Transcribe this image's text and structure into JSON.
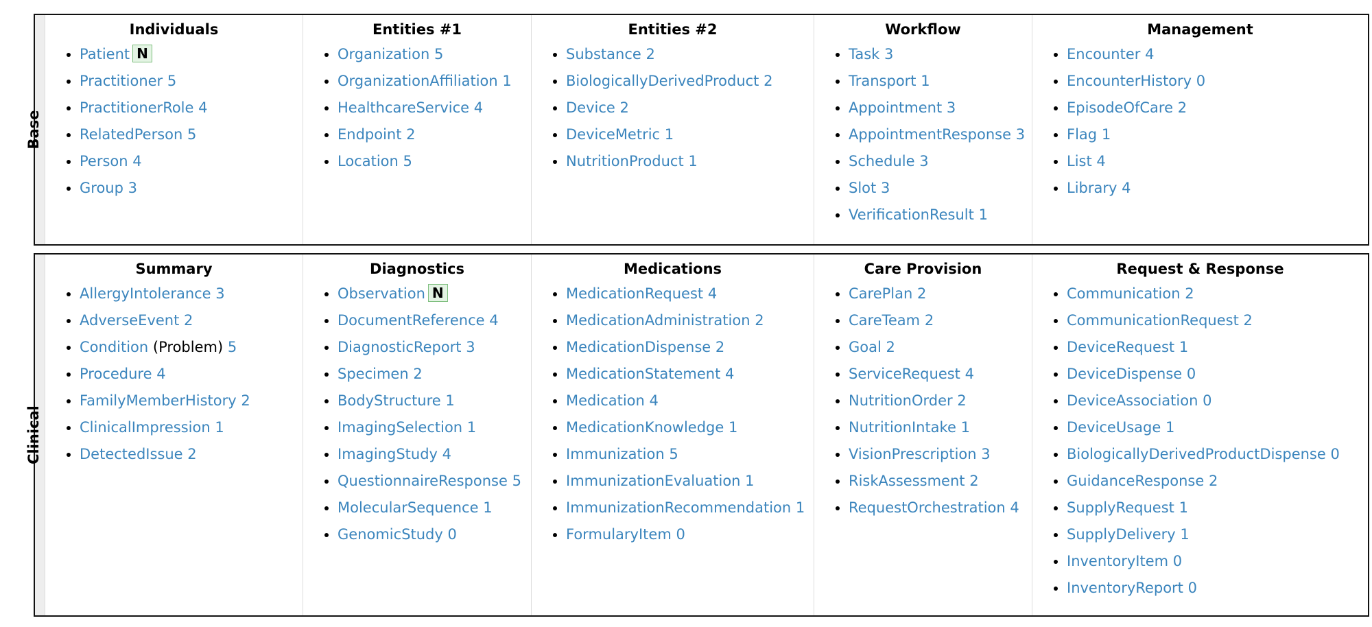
{
  "sections": [
    {
      "label": "Base",
      "columns": [
        {
          "title": "Individuals",
          "items": [
            {
              "name": "Patient",
              "badge": "N"
            },
            {
              "name": "Practitioner",
              "count": "5"
            },
            {
              "name": "PractitionerRole",
              "count": "4"
            },
            {
              "name": "RelatedPerson",
              "count": "5"
            },
            {
              "name": "Person",
              "count": "4"
            },
            {
              "name": "Group",
              "count": "3"
            }
          ]
        },
        {
          "title": "Entities #1",
          "items": [
            {
              "name": "Organization",
              "count": "5"
            },
            {
              "name": "OrganizationAffiliation",
              "count": "1"
            },
            {
              "name": "HealthcareService",
              "count": "4"
            },
            {
              "name": "Endpoint",
              "count": "2"
            },
            {
              "name": "Location",
              "count": "5"
            }
          ]
        },
        {
          "title": "Entities #2",
          "items": [
            {
              "name": "Substance",
              "count": "2"
            },
            {
              "name": "BiologicallyDerivedProduct",
              "count": "2"
            },
            {
              "name": "Device",
              "count": "2"
            },
            {
              "name": "DeviceMetric",
              "count": "1"
            },
            {
              "name": "NutritionProduct",
              "count": "1"
            }
          ]
        },
        {
          "title": "Workflow",
          "items": [
            {
              "name": "Task",
              "count": "3"
            },
            {
              "name": "Transport",
              "count": "1"
            },
            {
              "name": "Appointment",
              "count": "3"
            },
            {
              "name": "AppointmentResponse",
              "count": "3"
            },
            {
              "name": "Schedule",
              "count": "3"
            },
            {
              "name": "Slot",
              "count": "3"
            },
            {
              "name": "VerificationResult",
              "count": "1"
            }
          ]
        },
        {
          "title": "Management",
          "items": [
            {
              "name": "Encounter",
              "count": "4"
            },
            {
              "name": "EncounterHistory",
              "count": "0"
            },
            {
              "name": "EpisodeOfCare",
              "count": "2"
            },
            {
              "name": "Flag",
              "count": "1"
            },
            {
              "name": "List",
              "count": "4"
            },
            {
              "name": "Library",
              "count": "4"
            }
          ]
        }
      ]
    },
    {
      "label": "Clinical",
      "columns": [
        {
          "title": "Summary",
          "items": [
            {
              "name": "AllergyIntolerance",
              "count": "3"
            },
            {
              "name": "AdverseEvent",
              "count": "2"
            },
            {
              "name": "Condition",
              "note": "(Problem)",
              "count": "5"
            },
            {
              "name": "Procedure",
              "count": "4"
            },
            {
              "name": "FamilyMemberHistory",
              "count": "2"
            },
            {
              "name": "ClinicalImpression",
              "count": "1"
            },
            {
              "name": "DetectedIssue",
              "count": "2"
            }
          ]
        },
        {
          "title": "Diagnostics",
          "items": [
            {
              "name": "Observation",
              "badge": "N"
            },
            {
              "name": "DocumentReference",
              "count": "4"
            },
            {
              "name": "DiagnosticReport",
              "count": "3"
            },
            {
              "name": "Specimen",
              "count": "2"
            },
            {
              "name": "BodyStructure",
              "count": "1"
            },
            {
              "name": "ImagingSelection",
              "count": "1"
            },
            {
              "name": "ImagingStudy",
              "count": "4"
            },
            {
              "name": "QuestionnaireResponse",
              "count": "5"
            },
            {
              "name": "MolecularSequence",
              "count": "1"
            },
            {
              "name": "GenomicStudy",
              "count": "0"
            }
          ]
        },
        {
          "title": "Medications",
          "items": [
            {
              "name": "MedicationRequest",
              "count": "4"
            },
            {
              "name": "MedicationAdministration",
              "count": "2"
            },
            {
              "name": "MedicationDispense",
              "count": "2"
            },
            {
              "name": "MedicationStatement",
              "count": "4"
            },
            {
              "name": "Medication",
              "count": "4"
            },
            {
              "name": "MedicationKnowledge",
              "count": "1"
            },
            {
              "name": "Immunization",
              "count": "5"
            },
            {
              "name": "ImmunizationEvaluation",
              "count": "1"
            },
            {
              "name": "ImmunizationRecommendation",
              "count": "1"
            },
            {
              "name": "FormularyItem",
              "count": "0"
            }
          ]
        },
        {
          "title": "Care Provision",
          "items": [
            {
              "name": "CarePlan",
              "count": "2"
            },
            {
              "name": "CareTeam",
              "count": "2"
            },
            {
              "name": "Goal",
              "count": "2"
            },
            {
              "name": "ServiceRequest",
              "count": "4"
            },
            {
              "name": "NutritionOrder",
              "count": "2"
            },
            {
              "name": "NutritionIntake",
              "count": "1"
            },
            {
              "name": "VisionPrescription",
              "count": "3"
            },
            {
              "name": "RiskAssessment",
              "count": "2"
            },
            {
              "name": "RequestOrchestration",
              "count": "4"
            }
          ]
        },
        {
          "title": "Request & Response",
          "items": [
            {
              "name": "Communication",
              "count": "2"
            },
            {
              "name": "CommunicationRequest",
              "count": "2"
            },
            {
              "name": "DeviceRequest",
              "count": "1"
            },
            {
              "name": "DeviceDispense",
              "count": "0"
            },
            {
              "name": "DeviceAssociation",
              "count": "0"
            },
            {
              "name": "DeviceUsage",
              "count": "1"
            },
            {
              "name": "BiologicallyDerivedProductDispense",
              "count": "0"
            },
            {
              "name": "GuidanceResponse",
              "count": "2"
            },
            {
              "name": "SupplyRequest",
              "count": "1"
            },
            {
              "name": "SupplyDelivery",
              "count": "1"
            },
            {
              "name": "InventoryItem",
              "count": "0"
            },
            {
              "name": "InventoryReport",
              "count": "0"
            }
          ]
        }
      ]
    }
  ]
}
